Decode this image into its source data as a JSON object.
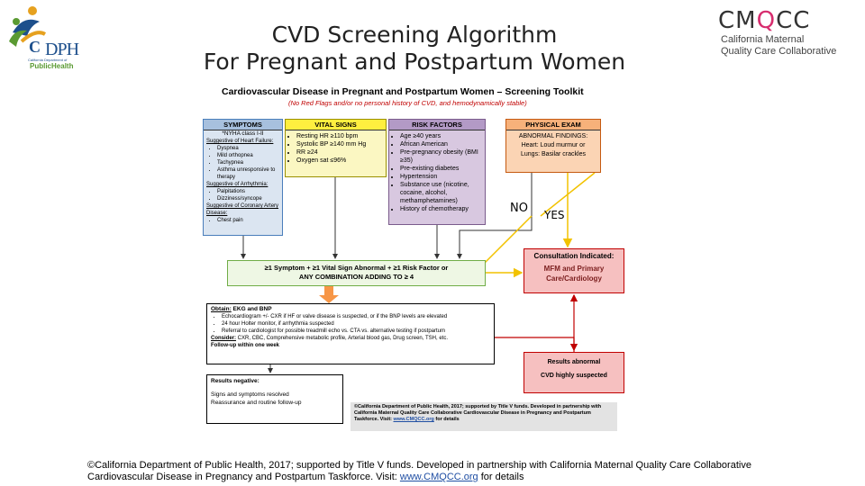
{
  "slide": {
    "title_line1": "CVD Screening Algorithm",
    "title_line2": "For Pregnant and Postpartum Women"
  },
  "logos": {
    "cdph_letters_c": "C",
    "cdph_letters_dph": "DPH",
    "cdph_sub": "California Department of",
    "cdph_public": "Public",
    "cdph_health": "Health",
    "cmqcc_pre": "CM",
    "cmqcc_q": "Q",
    "cmqcc_post": "CC",
    "cmqcc_sub1": "California Maternal",
    "cmqcc_sub2": "Quality Care Collaborative"
  },
  "toolkit": {
    "title": "Cardiovascular Disease in Pregnant and Postpartum Women – Screening Toolkit",
    "subtitle": "(No Red Flags and/or no personal history of CVD, and hemodynamically stable)"
  },
  "symptoms": {
    "header": "SYMPTOMS",
    "nyha": "*NYHA class I-II",
    "hf_heading": "Suggestive of Heart Failure:",
    "hf_items": [
      "Dyspnea",
      "Mild orthopnea",
      "Tachypnea",
      "Asthma unresponsive to therapy"
    ],
    "arr_heading": "Suggestive of Arrhythmia:",
    "arr_items": [
      "Palpitations",
      "Dizziness/syncope"
    ],
    "cad_heading": "Suggestive of Coronary Artery Disease:",
    "cad_items": [
      "Chest pain"
    ]
  },
  "vitals": {
    "header": "VITAL SIGNS",
    "items": [
      "Resting HR ≥110 bpm",
      "Systolic BP ≥140 mm Hg",
      "RR ≥24",
      "Oxygen sat ≤96%"
    ]
  },
  "risk": {
    "header": "RISK FACTORS",
    "items": [
      "Age ≥40 years",
      "African American",
      "Pre-pregnancy obesity (BMI ≥35)",
      "Pre-existing diabetes",
      "Hypertension",
      "Substance use (nicotine, cocaine, alcohol, methamphetamines)",
      "History of chemotherapy"
    ]
  },
  "physical": {
    "header": "PHYSICAL EXAM",
    "abnormal": "ABNORMAL FINDINGS:",
    "line2": "Heart: Loud murmur or",
    "line3": "Lungs: Basilar crackles"
  },
  "combo": {
    "line1": "≥1 Symptom + ≥1 Vital Sign Abnormal + ≥1 Risk Factor or",
    "line2": "ANY COMBINATION ADDING TO ≥ 4"
  },
  "labels": {
    "no": "NO",
    "yes": "YES"
  },
  "consult": {
    "line1": "Consultation Indicated:",
    "line2": "MFM and Primary",
    "line3": "Care/Cardiology"
  },
  "obtain": {
    "lead": "Obtain:",
    "lead_rest": " EKG and BNP",
    "items": [
      "Echocardiogram +/- CXR if HF or valve disease is suspected, or if the BNP levels are elevated",
      "24 hour Holter monitor, if arrhythmia suspected",
      "Referral to cardiologist for possible treadmill echo vs. CTA vs. alternative testing if postpartum"
    ],
    "consider_lead": "Consider:",
    "consider_rest": " CXR, CBC, Comprehensive metabolic profile, Arterial blood gas, Drug screen, TSH, etc.",
    "followup": "Follow-up within one week"
  },
  "results_negative": {
    "title": "Results negative:",
    "line1": "Signs and symptoms resolved",
    "line2": "Reassurance and routine follow-up"
  },
  "results_abnormal": {
    "line1": "Results abnormal",
    "line2": "CVD highly suspected"
  },
  "copy_box": {
    "text": "©California Department of Public Health, 2017; supported by Title V funds. Developed in partnership with California Maternal Quality Care Collaborative Cardiovascular Disease in Pregnancy and Postpartum Taskforce. Visit:",
    "link": "www.CMQCC.org",
    "tail": "for details"
  },
  "footer": {
    "text": "©California Department of Public Health, 2017; supported by Title V funds. Developed in partnership with California Maternal Quality Care Collaborative Cardiovascular Disease in Pregnancy and Postpartum Taskforce. Visit:",
    "link": "www.CMQCC.org",
    "tail": "for details"
  }
}
